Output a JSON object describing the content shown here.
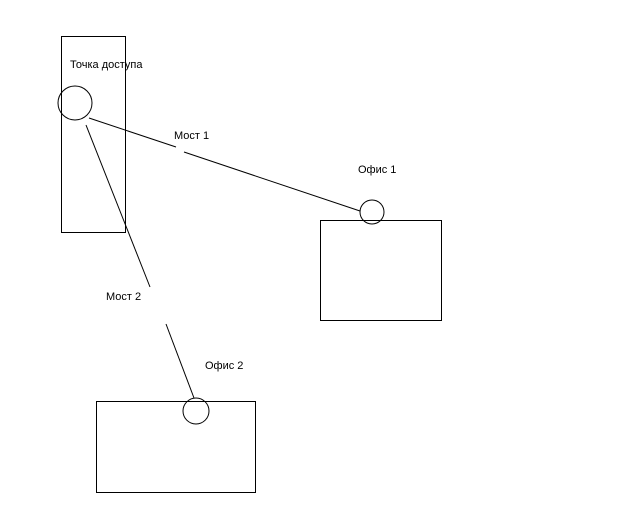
{
  "nodes": {
    "access_point": {
      "label": "Точка доступа"
    },
    "office1": {
      "label": "Офис 1"
    },
    "office2": {
      "label": "Офис 2"
    }
  },
  "links": {
    "bridge1": {
      "label": "Мост 1"
    },
    "bridge2": {
      "label": "Мост 2"
    }
  },
  "colors": {
    "stroke": "#000000",
    "background": "#ffffff"
  }
}
